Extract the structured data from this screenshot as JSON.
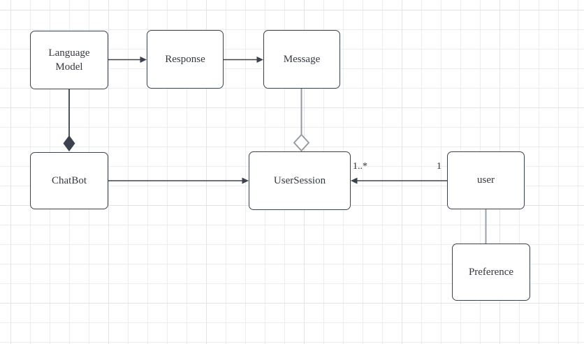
{
  "canvas": {
    "background": "#ffffff",
    "grid_minor_color": "#ececec",
    "grid_major_color": "#e1e3e5"
  },
  "diagram": {
    "type": "uml-class-diagram",
    "nodes": [
      {
        "id": "language-model",
        "label": "Language Model"
      },
      {
        "id": "response",
        "label": "Response"
      },
      {
        "id": "message",
        "label": "Message"
      },
      {
        "id": "chatbot",
        "label": "ChatBot"
      },
      {
        "id": "user-session",
        "label": "UserSession"
      },
      {
        "id": "user",
        "label": "user"
      },
      {
        "id": "preference",
        "label": "Preference"
      }
    ],
    "edges": [
      {
        "from": "Language Model",
        "to": "Response",
        "type": "directed-association"
      },
      {
        "from": "Response",
        "to": "Message",
        "type": "directed-association"
      },
      {
        "from": "Language Model",
        "to": "ChatBot",
        "type": "composition"
      },
      {
        "from": "Message",
        "to": "UserSession",
        "type": "aggregation"
      },
      {
        "from": "ChatBot",
        "to": "UserSession",
        "type": "directed-association"
      },
      {
        "from": "user",
        "to": "UserSession",
        "type": "directed-association",
        "source_label": "1",
        "target_label": "1..*"
      },
      {
        "from": "user",
        "to": "Preference",
        "type": "association"
      }
    ],
    "colors": {
      "node_fill": "#ffffff",
      "node_stroke": "#3b424e",
      "edge_dark": "#3b424e",
      "edge_gray": "#9199a1",
      "text": "#33383f"
    }
  }
}
